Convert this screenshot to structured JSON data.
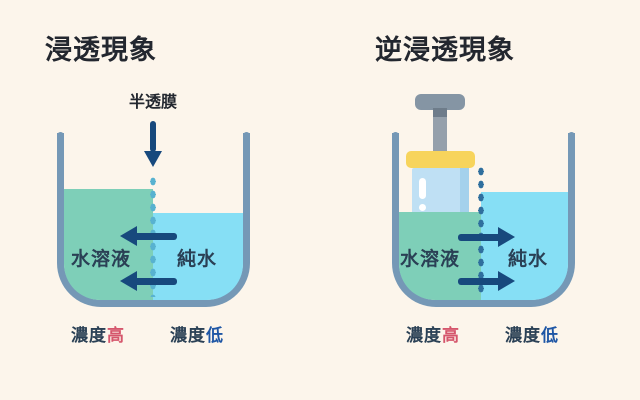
{
  "colors": {
    "background": "#fcf5eb",
    "title_text": "#23272f",
    "label_text": "#2a4055",
    "wall": "#7598b6",
    "solution_water": "#7ecfb8",
    "pure_water": "#86dff5",
    "arrow": "#17497d",
    "membrane_dots_left": "#58b2d0",
    "membrane_dots_right": "#2f6f9e",
    "high_accent": "#d5566c",
    "low_accent": "#1e56a5",
    "piston_handle": "#8595a4",
    "piston_connector": "#6e7c8a",
    "piston_stem": "#95a0ab",
    "piston_plate": "#f7d45c",
    "piston_body": "#bfe0f4",
    "piston_body_edge": "#a4d1ec"
  },
  "left_panel": {
    "title": "浸透現象",
    "membrane_label": "半透膜",
    "solution_label": "水溶液",
    "pure_water_label": "純水",
    "concentration_high": {
      "prefix": "濃度",
      "value": "高"
    },
    "concentration_low": {
      "prefix": "濃度",
      "value": "低"
    },
    "water_flow_direction": "left"
  },
  "right_panel": {
    "title": "逆浸透現象",
    "solution_label": "水溶液",
    "pure_water_label": "純水",
    "concentration_high": {
      "prefix": "濃度",
      "value": "高"
    },
    "concentration_low": {
      "prefix": "濃度",
      "value": "低"
    },
    "water_flow_direction": "right"
  }
}
